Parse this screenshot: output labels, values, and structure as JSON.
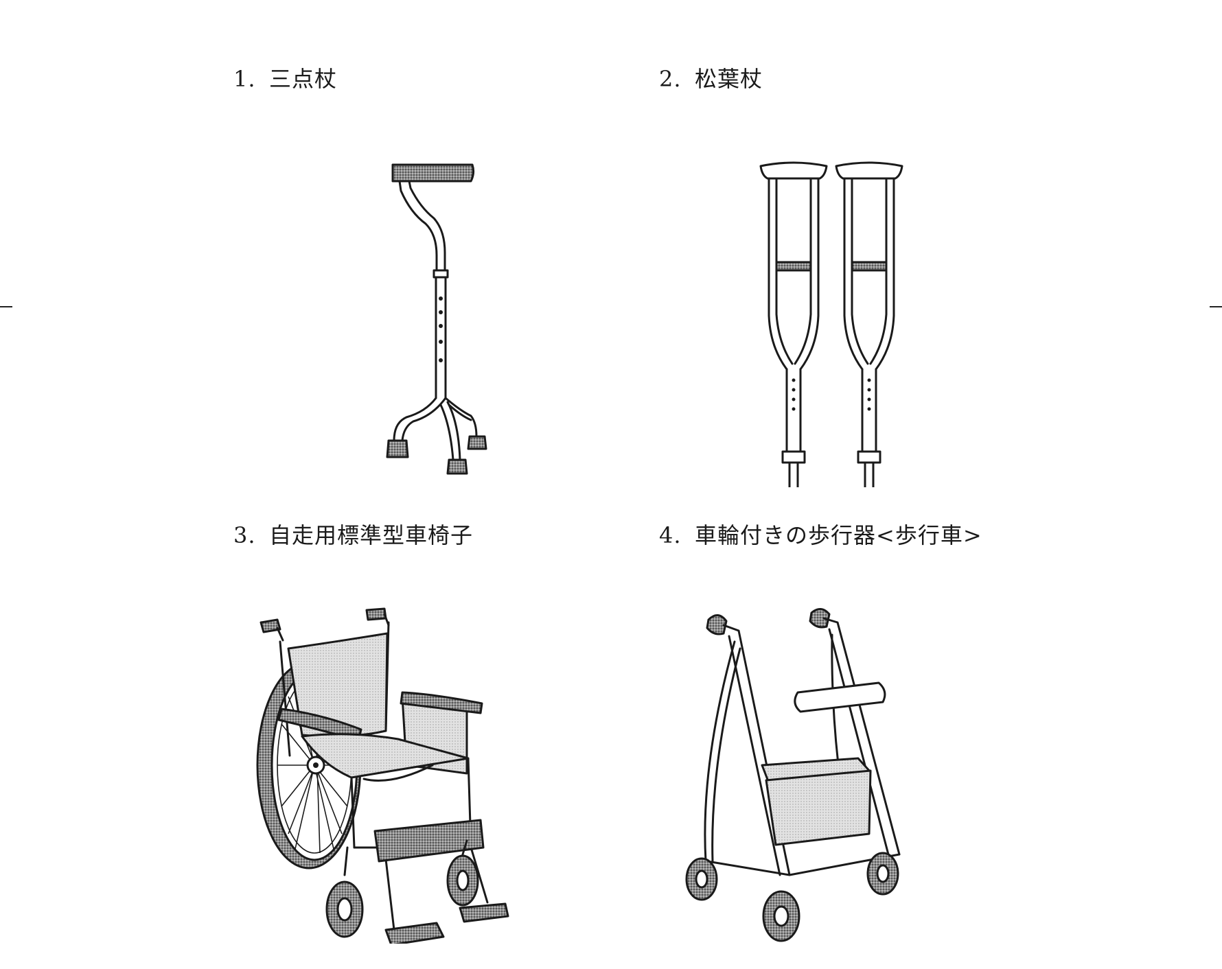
{
  "items": [
    {
      "number": "1.",
      "label": "三点杖"
    },
    {
      "number": "2.",
      "label": "松葉杖"
    },
    {
      "number": "3.",
      "label": "自走用標準型車椅子"
    },
    {
      "number": "4.",
      "label": "車輪付きの歩行器<歩行車>"
    }
  ]
}
